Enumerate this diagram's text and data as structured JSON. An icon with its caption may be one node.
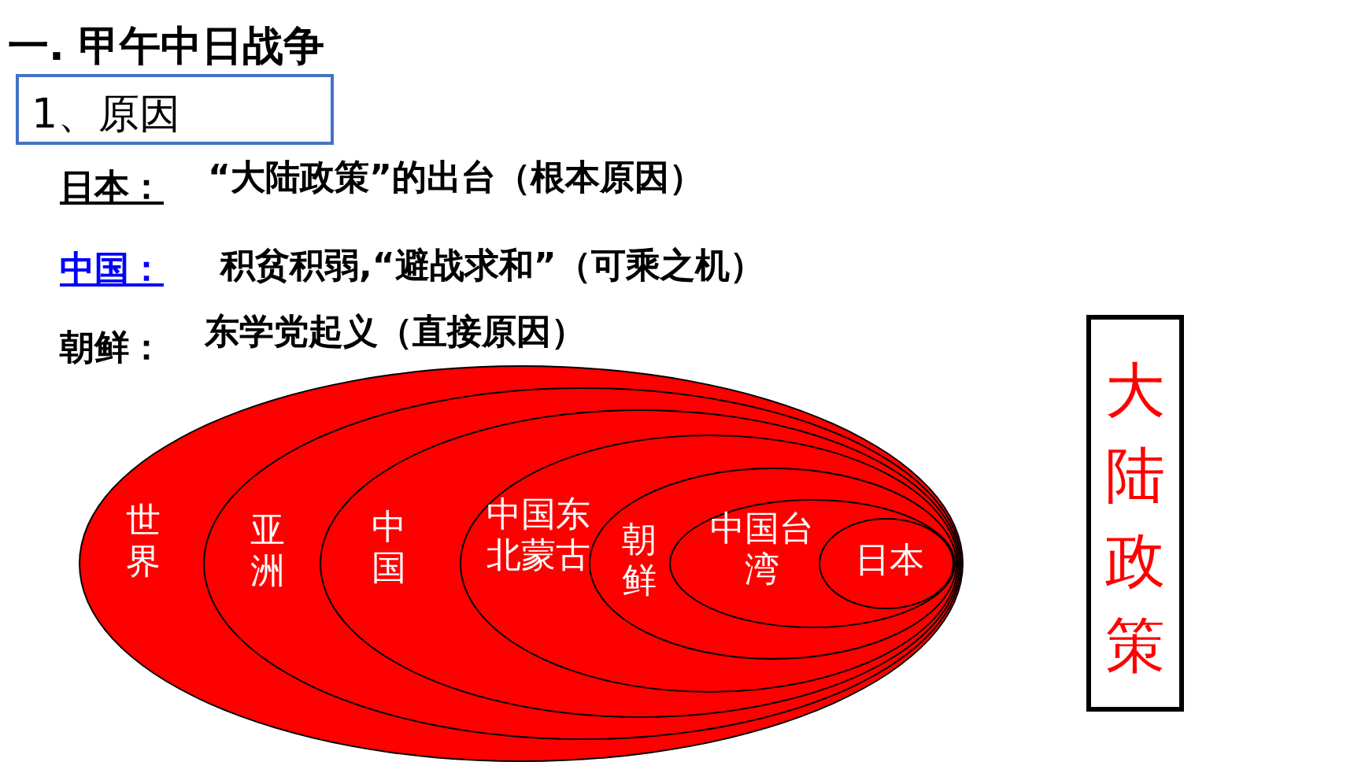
{
  "diagram": {
    "title": "一. 甲午中日战争",
    "nodes": [
      {
        "text": [
          "1、原因"
        ]
      },
      {
        "text": [
          "世界"
        ]
      },
      {
        "text": [
          "亚洲"
        ],
        "in": 1
      },
      {
        "text": [
          "中国"
        ],
        "in": 2
      },
      {
        "text": [
          "中国东北蒙古"
        ],
        "in": 3
      },
      {
        "text": [
          "朝鲜"
        ],
        "in": 4
      },
      {
        "text": [
          "中国台湾"
        ],
        "in": 5
      },
      {
        "text": [
          "日本"
        ],
        "in": 6
      },
      {
        "text": [
          "大陆政策"
        ]
      }
    ],
    "labels": [
      "日本：",
      "“大陆政策”的出台（根本原因）",
      "中国：",
      "积贫积弱,“避战求和”（可乘之机）",
      "朝鲜：",
      "东学党起义（直接原因）"
    ]
  }
}
